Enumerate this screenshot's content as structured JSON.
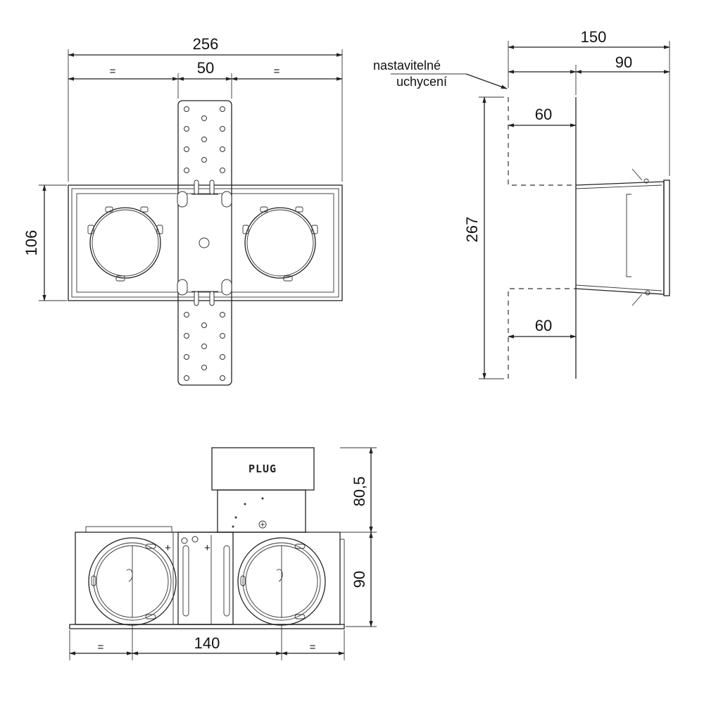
{
  "top_view": {
    "width_total": "256",
    "width_center": "50",
    "eq_left": "=",
    "eq_right": "=",
    "height": "106"
  },
  "side_view": {
    "depth_total": "150",
    "depth_inner": "90",
    "offset_top": "60",
    "offset_bottom": "60",
    "height_total": "267",
    "note_line1": "nastavitelné",
    "note_line2": "uchycení"
  },
  "front_view": {
    "plug_label": "PLUG",
    "plug_height": "80,5",
    "body_height": "90",
    "center_spacing": "140",
    "eq_left": "=",
    "eq_right": "="
  }
}
